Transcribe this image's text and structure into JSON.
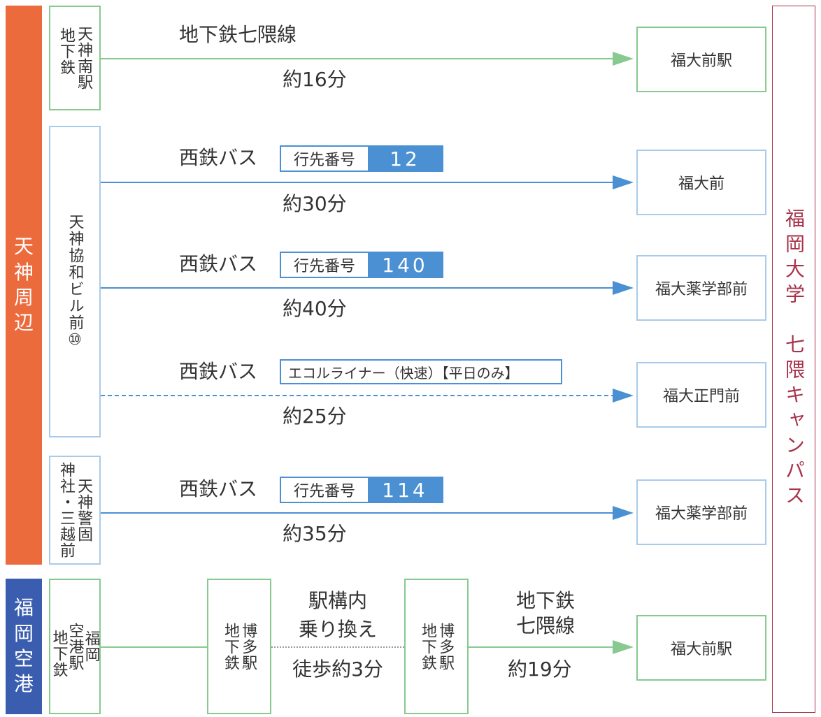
{
  "colors": {
    "tenjin_band": "#ec6b3d",
    "airport_band": "#3a5db0",
    "green": "#88c990",
    "blue": "#4a90d2",
    "campus": "#a8324a",
    "gray": "#999999"
  },
  "bands": {
    "tenjin": [
      "天",
      "神",
      "周",
      "辺"
    ],
    "airport": [
      "福",
      "岡",
      "空",
      "港"
    ]
  },
  "campus": "福岡大学　七隈キャンパス",
  "routes": {
    "r1": {
      "origin_col1": "天神南駅",
      "origin_col2": "地下鉄",
      "name": "地下鉄七隈線",
      "time": "約16分",
      "dest": "福大前駅"
    },
    "kyowa_origin": "天神協和ビル前⑩",
    "r2": {
      "name": "西鉄バス",
      "badge_label": "行先番号",
      "badge_number": "12",
      "time": "約30分",
      "dest": "福大前"
    },
    "r3": {
      "name": "西鉄バス",
      "badge_label": "行先番号",
      "badge_number": "140",
      "time": "約40分",
      "dest": "福大薬学部前"
    },
    "r4": {
      "name": "西鉄バス",
      "badge_label": "エコルライナー（快速）【平日のみ】",
      "time": "約25分",
      "dest": "福大正門前"
    },
    "r5": {
      "origin_col1": "天神警固",
      "origin_col2": "神社・三越前",
      "name": "西鉄バス",
      "badge_label": "行先番号",
      "badge_number": "114",
      "time": "約35分",
      "dest": "福大薬学部前"
    },
    "r6": {
      "origin_col1": "福岡",
      "origin_col2": "空港",
      "origin_col3": "駅",
      "origin_sub": "地下鉄",
      "hakata_col1": "地下鉄",
      "hakata_col2": "博多駅",
      "transfer_line1": "駅構内",
      "transfer_line2": "乗り換え",
      "walk": "徒歩約3分",
      "line_line1": "地下鉄",
      "line_line2": "七隈線",
      "time": "約19分",
      "dest": "福大前駅"
    }
  }
}
